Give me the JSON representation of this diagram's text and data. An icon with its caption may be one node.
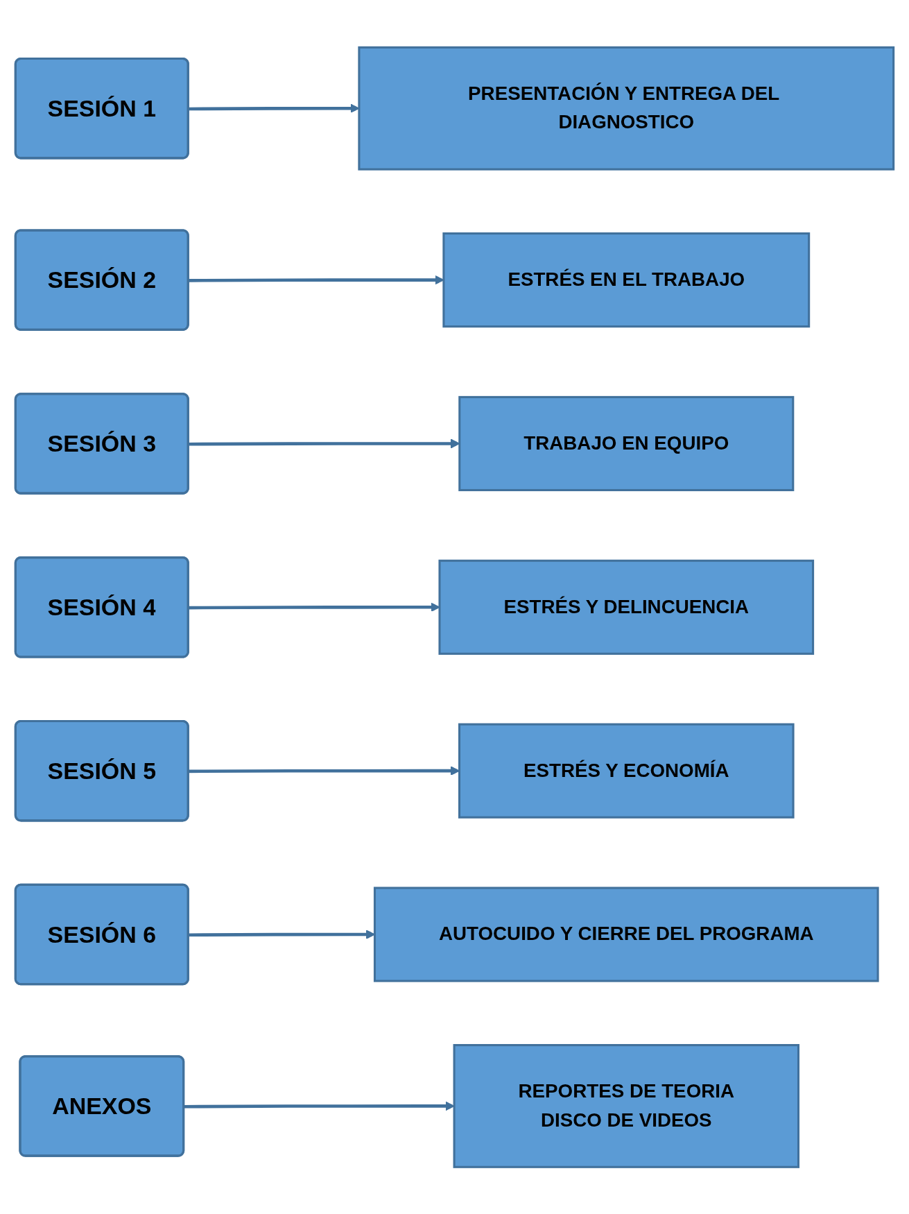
{
  "diagram": {
    "nodes": [
      {
        "text": [
          "SESIÓN 1"
        ]
      },
      {
        "text": [
          "PRESENTACIÓN Y ENTREGA DEL DIAGNOSTICO"
        ]
      },
      {
        "text": [
          "SESIÓN 2"
        ]
      },
      {
        "text": [
          "ESTRÉS EN EL TRABAJO"
        ]
      },
      {
        "text": [
          "SESIÓN 3"
        ]
      },
      {
        "text": [
          "TRABAJO EN EQUIPO"
        ]
      },
      {
        "text": [
          "SESIÓN 4"
        ]
      },
      {
        "text": [
          "ESTRÉS Y DELINCUENCIA"
        ]
      },
      {
        "text": [
          "SESIÓN 5"
        ]
      },
      {
        "text": [
          "ESTRÉS Y ECONOMÍA"
        ]
      },
      {
        "text": [
          "SESIÓN 6"
        ]
      },
      {
        "text": [
          "AUTOCUIDO Y CIERRE DEL PROGRAMA"
        ]
      },
      {
        "text": [
          "ANEXOS"
        ]
      },
      {
        "text": [
          "REPORTES DE TEORIA",
          "DISCO DE VIDEOS"
        ]
      }
    ],
    "edges": [
      {
        "from": 0,
        "to": 1,
        "arrow": "to"
      },
      {
        "from": 2,
        "to": 3,
        "arrow": "to"
      },
      {
        "from": 4,
        "to": 5,
        "arrow": "to"
      },
      {
        "from": 6,
        "to": 7,
        "arrow": "to"
      },
      {
        "from": 8,
        "to": 9,
        "arrow": "to"
      },
      {
        "from": 10,
        "to": 11,
        "arrow": "to"
      },
      {
        "from": 12,
        "to": 13,
        "arrow": "to"
      }
    ]
  }
}
